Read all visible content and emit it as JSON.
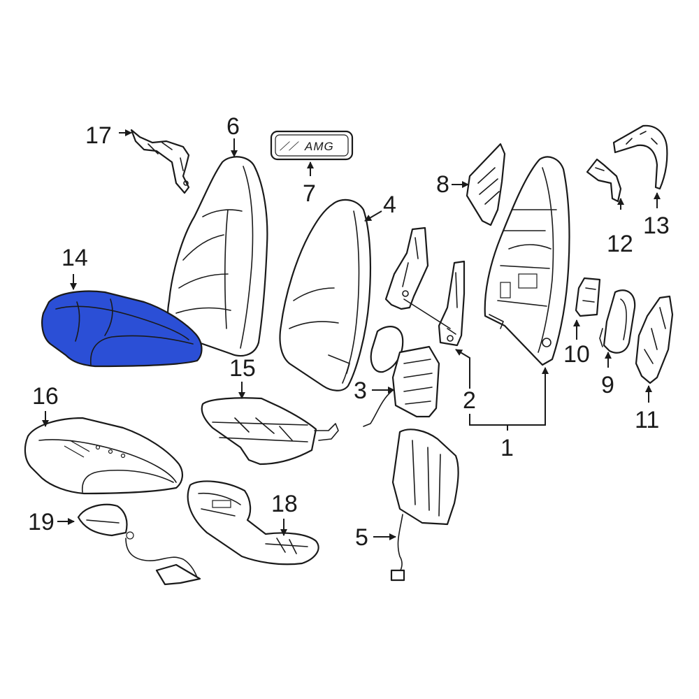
{
  "diagram": {
    "highlight_color": "#2b4fd6",
    "line_color": "#1a1a1a",
    "badge_text": "AMG",
    "callouts": {
      "c1": "1",
      "c2": "2",
      "c3": "3",
      "c4": "4",
      "c5": "5",
      "c6": "6",
      "c7": "7",
      "c8": "8",
      "c9": "9",
      "c10": "10",
      "c11": "11",
      "c12": "12",
      "c13": "13",
      "c14": "14",
      "c15": "15",
      "c16": "16",
      "c17": "17",
      "c18": "18",
      "c19": "19"
    },
    "highlighted_part": "14"
  }
}
